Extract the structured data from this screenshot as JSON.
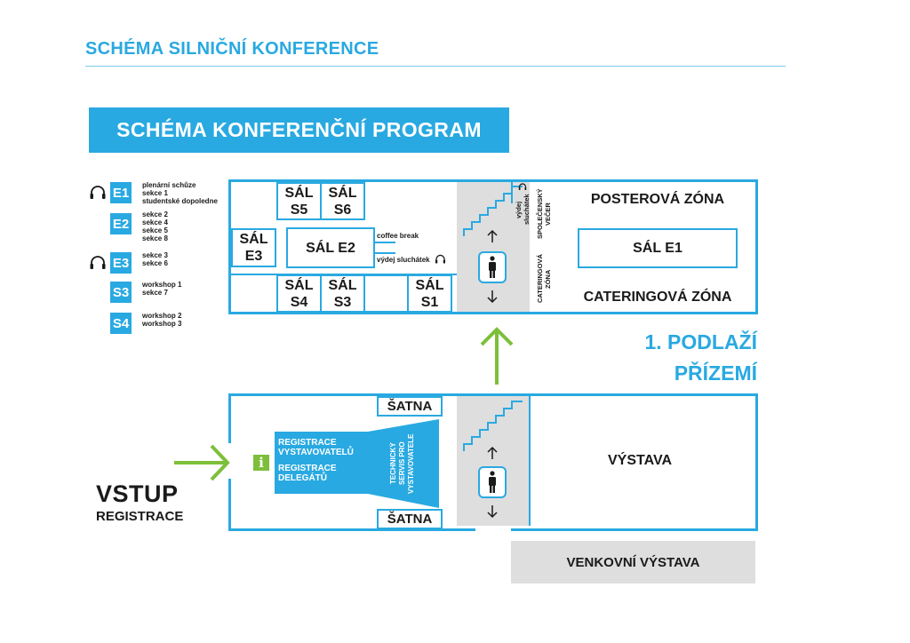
{
  "title": "SCHÉMA SILNIČNÍ KONFERENCE",
  "banner": "SCHÉMA KONFERENČNÍ PROGRAM",
  "legend": [
    {
      "badge": "E1",
      "lines": [
        "plenární schůze",
        "sekce 1",
        "studentské dopoledne"
      ],
      "headphones": true
    },
    {
      "badge": "E2",
      "lines": [
        "sekce 2",
        "sekce 4",
        "sekce 5",
        "sekce 8"
      ],
      "headphones": false
    },
    {
      "badge": "E3",
      "lines": [
        "sekce 3",
        "sekce 6"
      ],
      "headphones": true
    },
    {
      "badge": "S3",
      "lines": [
        "workshop 1",
        "sekce 7"
      ],
      "headphones": false
    },
    {
      "badge": "S4",
      "lines": [
        "workshop 2",
        "workshop 3"
      ],
      "headphones": false
    }
  ],
  "upper_floor": {
    "rooms": {
      "s5": {
        "line1": "SÁL",
        "line2": "S5"
      },
      "s6": {
        "line1": "SÁL",
        "line2": "S6"
      },
      "e3": {
        "line1": "SÁL",
        "line2": "E3"
      },
      "e2": "SÁL E2",
      "s4": {
        "line1": "SÁL",
        "line2": "S4"
      },
      "s3": {
        "line1": "SÁL",
        "line2": "S3"
      },
      "s1": {
        "line1": "SÁL",
        "line2": "S1"
      },
      "e1": "SÁL E1"
    },
    "coffee_break": "coffee break",
    "vydej_sluchatek": "výdej sluchátek",
    "vydej_sluchatek_vertical": [
      "výdej",
      "sluchátek"
    ],
    "spolecensky_vecer": [
      "SPOLEČENSKÝ",
      "VEČER"
    ],
    "cateringova_zona_vertical": [
      "CATERINGOVÁ",
      "ZÓNA"
    ],
    "posterova_zona": "POSTEROVÁ ZÓNA",
    "cateringova_zona": "CATERINGOVÁ ZÓNA"
  },
  "floor_labels": {
    "upper": "1. PODLAŽÍ",
    "ground": "PŘÍZEMÍ"
  },
  "ground_floor": {
    "satna_top": "ŠATNA",
    "satna_bottom": "ŠATNA",
    "registrace_vystavovatelu": [
      "REGISTRACE",
      "VYSTAVOVATELŮ"
    ],
    "registrace_delegatu": [
      "REGISTRACE",
      "DELEGÁTŮ"
    ],
    "technicky_servis": [
      "TECHNICKÝ",
      "SERVIS PRO",
      "VYSTAVOVATELE"
    ],
    "info": "i",
    "vystava": "VÝSTAVA"
  },
  "entrance": {
    "main": "VSTUP",
    "sub": "REGISTRACE"
  },
  "outdoor": "VENKOVNÍ VÝSTAVA",
  "colors": {
    "accent": "#29a9e1",
    "green": "#7dbf3a",
    "grey": "#dedede"
  }
}
